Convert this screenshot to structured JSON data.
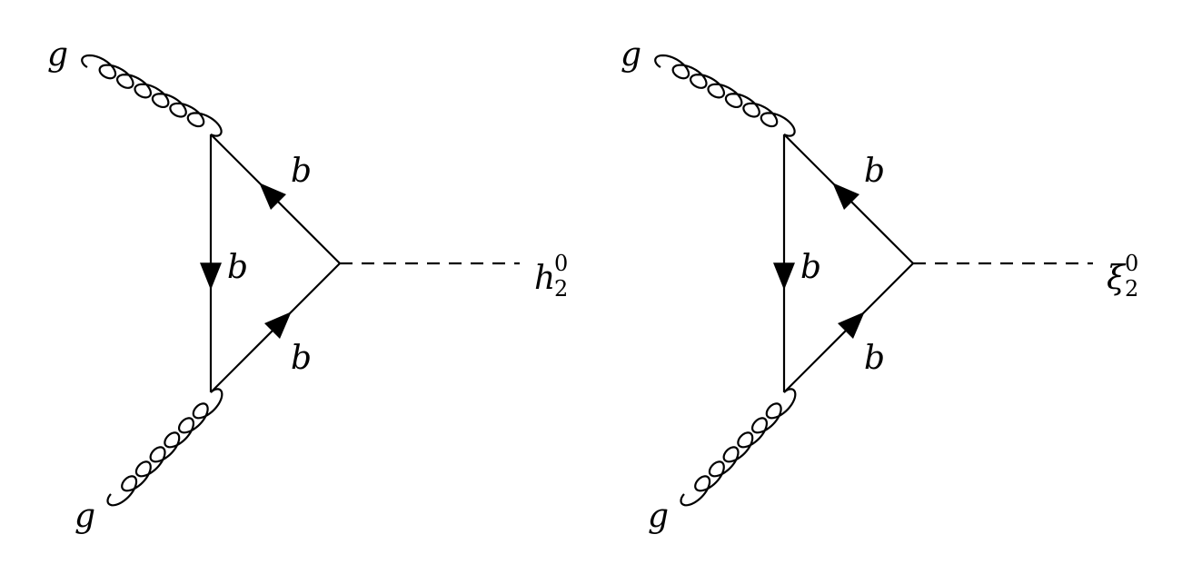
{
  "diagrams": [
    {
      "gluon_top_label": "g",
      "gluon_bottom_label": "g",
      "quark_top_label": "b",
      "quark_left_label": "b",
      "quark_bottom_label": "b",
      "scalar_label": "h",
      "scalar_sub": "2",
      "scalar_sup": "0"
    },
    {
      "gluon_top_label": "g",
      "gluon_bottom_label": "g",
      "quark_top_label": "b",
      "quark_left_label": "b",
      "quark_bottom_label": "b",
      "scalar_label": "ξ",
      "scalar_sub": "2",
      "scalar_sup": "0"
    }
  ]
}
